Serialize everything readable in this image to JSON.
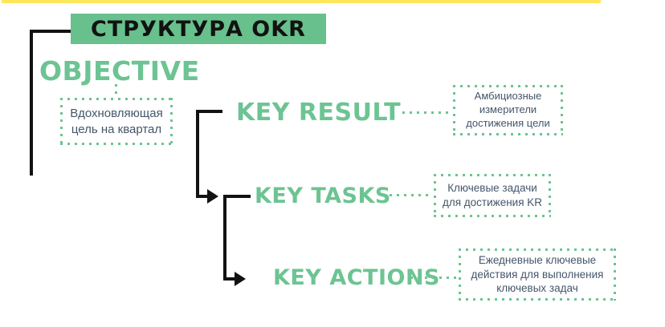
{
  "title": "СТРУКТУРА OKR",
  "colors": {
    "green": "#68C08C",
    "green_text": "#6CC492",
    "yellow_bar": "#FFE75C",
    "note_text": "#44566B",
    "line_black": "#121212"
  },
  "nodes": {
    "objective": {
      "label": "OBJECTIVE",
      "note": "Вдохновляющая цель на квартал"
    },
    "key_result": {
      "label": "KEY RESULT",
      "note": "Амбициозные измерители достижения цели"
    },
    "key_tasks": {
      "label": "KEY TASKS",
      "note": "Ключевые задачи для достижения KR"
    },
    "key_actions": {
      "label": "KEY ACTIONS",
      "note": "Ежедневные ключевые действия для выполнения ключевых задач"
    }
  }
}
